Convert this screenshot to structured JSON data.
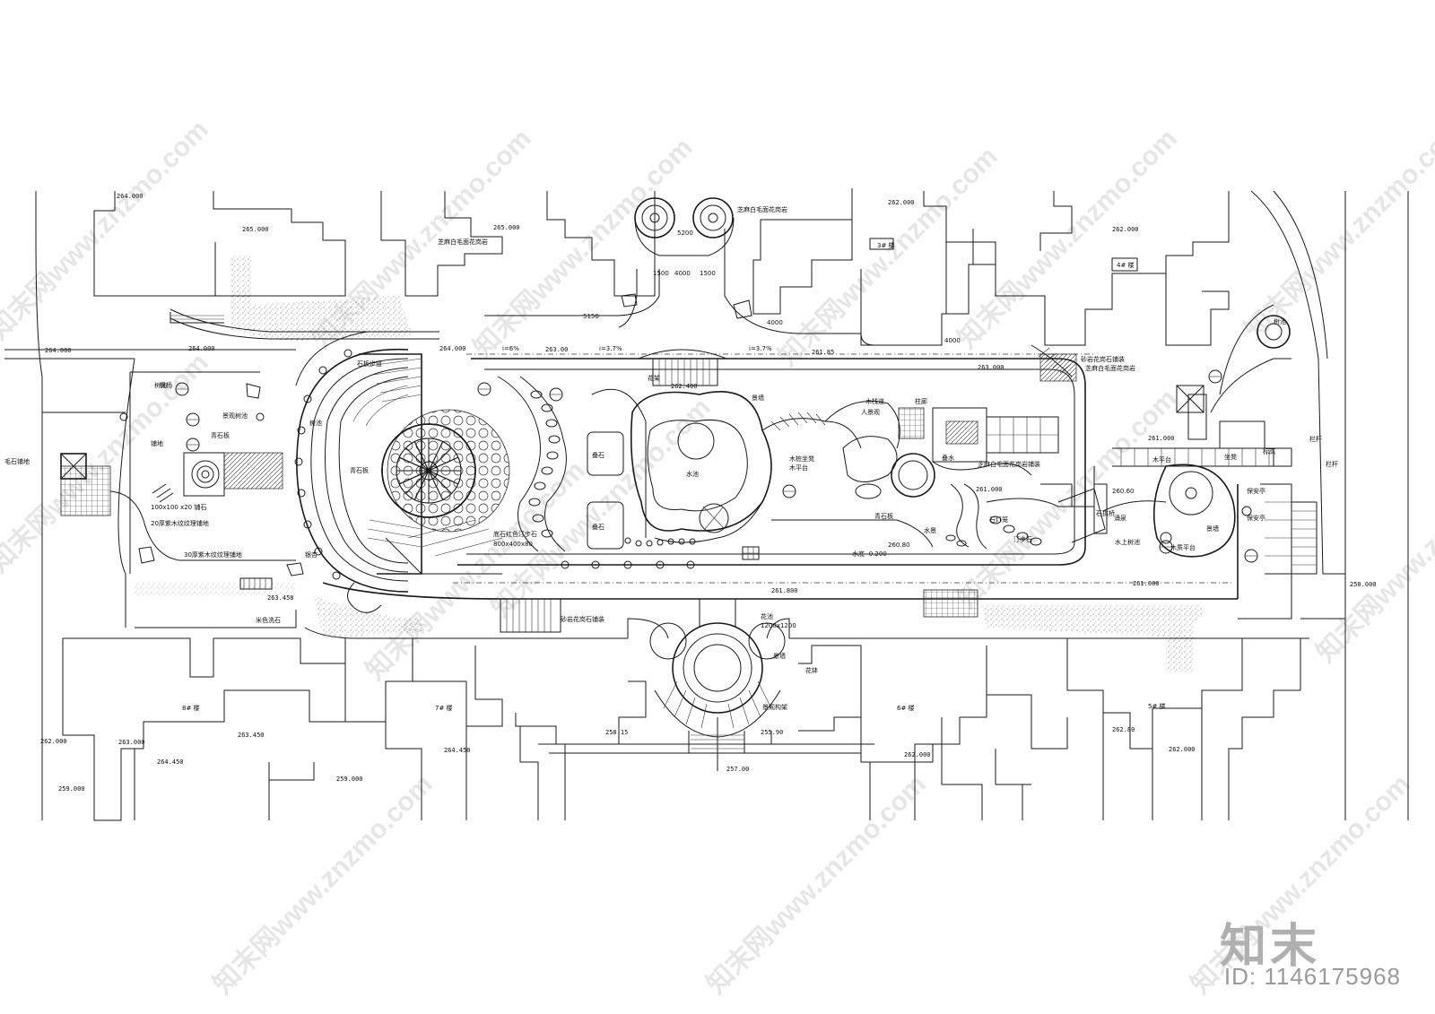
{
  "brand": "知末",
  "id_text": "ID: 1146175968",
  "watermark": "知末网www.znzmo.com",
  "colors": {
    "line": "#1a1a1a",
    "background": "#ffffff",
    "watermark": "#c8c8c8"
  },
  "elevations": [
    "264.000",
    "265.000",
    "265.000",
    "262.000",
    "262.000",
    "264.000",
    "264.000",
    "263.00",
    "261.85",
    "263.000",
    "261.800",
    "250.000",
    "262.000",
    "263.000",
    "263.450",
    "264.450",
    "259.000",
    "264.450",
    "259.000",
    "258.15",
    "255.90",
    "257.00",
    "262.000",
    "262.80",
    "262.000",
    "261.000",
    "262.400",
    "261.000",
    "261.000",
    "263.458",
    "264.000"
  ],
  "labels": {
    "a1": "芝麻白毛面花岗岩",
    "a2": "芝麻白毛面花岗岩",
    "a3": "芝麻白毛面花岗岩",
    "a4": "石板步道",
    "a5": "树池",
    "a6": "景观树池",
    "a7": "青石板",
    "a8": "铺地",
    "a9": "毛石铺地",
    "a10": "100x100 x20 铺石",
    "a11": "20厚紫木纹纹理铺地",
    "a12": "30厚紫木纹纹理铺地",
    "a13": "米色洗石",
    "a14": "景墙",
    "a15": "树池",
    "a16": "青石板",
    "a17": "花架",
    "a18": "叠石",
    "a19": "叠石",
    "a20": "木平台",
    "a21": "底石红色汀步石",
    "a22": "800x400x80",
    "a23": "木桩坐凳",
    "a24": "青石板",
    "a25": "柱廊",
    "a26": "人景观",
    "a27": "木栈道",
    "a28": "汀步石",
    "a29": "芝麻白毛面花岗岩铺装",
    "a30": "水池",
    "a31": "叠水",
    "a32": "石灯笼",
    "a33": "石拱桥",
    "a34": "木平台",
    "a35": "保安亭",
    "a36": "景墙",
    "a37": "砂岩花岗石铺装",
    "a38": "砂岩花岗石铺装",
    "a39": "花池",
    "a40": "栏杆",
    "a41": "标高",
    "a42": "景观构架",
    "a43": "花钵",
    "a44": "景墙",
    "a45": "树池",
    "a46": "i=6%",
    "a47": "i=3.7%",
    "a48": "i=3.7%",
    "a49": "1200x1200",
    "a50": "5200",
    "a51": "4000",
    "a52": "1500",
    "a53": "1500",
    "a54": "5150",
    "a55": "4000",
    "a56": "4000",
    "a57": "8# 楼",
    "a58": "7# 楼",
    "a59": "6# 楼",
    "a60": "5# 楼",
    "a61": "3# 楼",
    "a62": "4# 楼",
    "a63": "水景",
    "a64": "水底 -0.200",
    "a65": "260.80",
    "a66": "260.60",
    "a67": "枫杨",
    "a68": "银杏",
    "a69": "涌泉",
    "a70": "水上树池",
    "a71": "坐凳",
    "a72": "保安亭",
    "a73": "木质平台",
    "a74": "栏杆"
  }
}
